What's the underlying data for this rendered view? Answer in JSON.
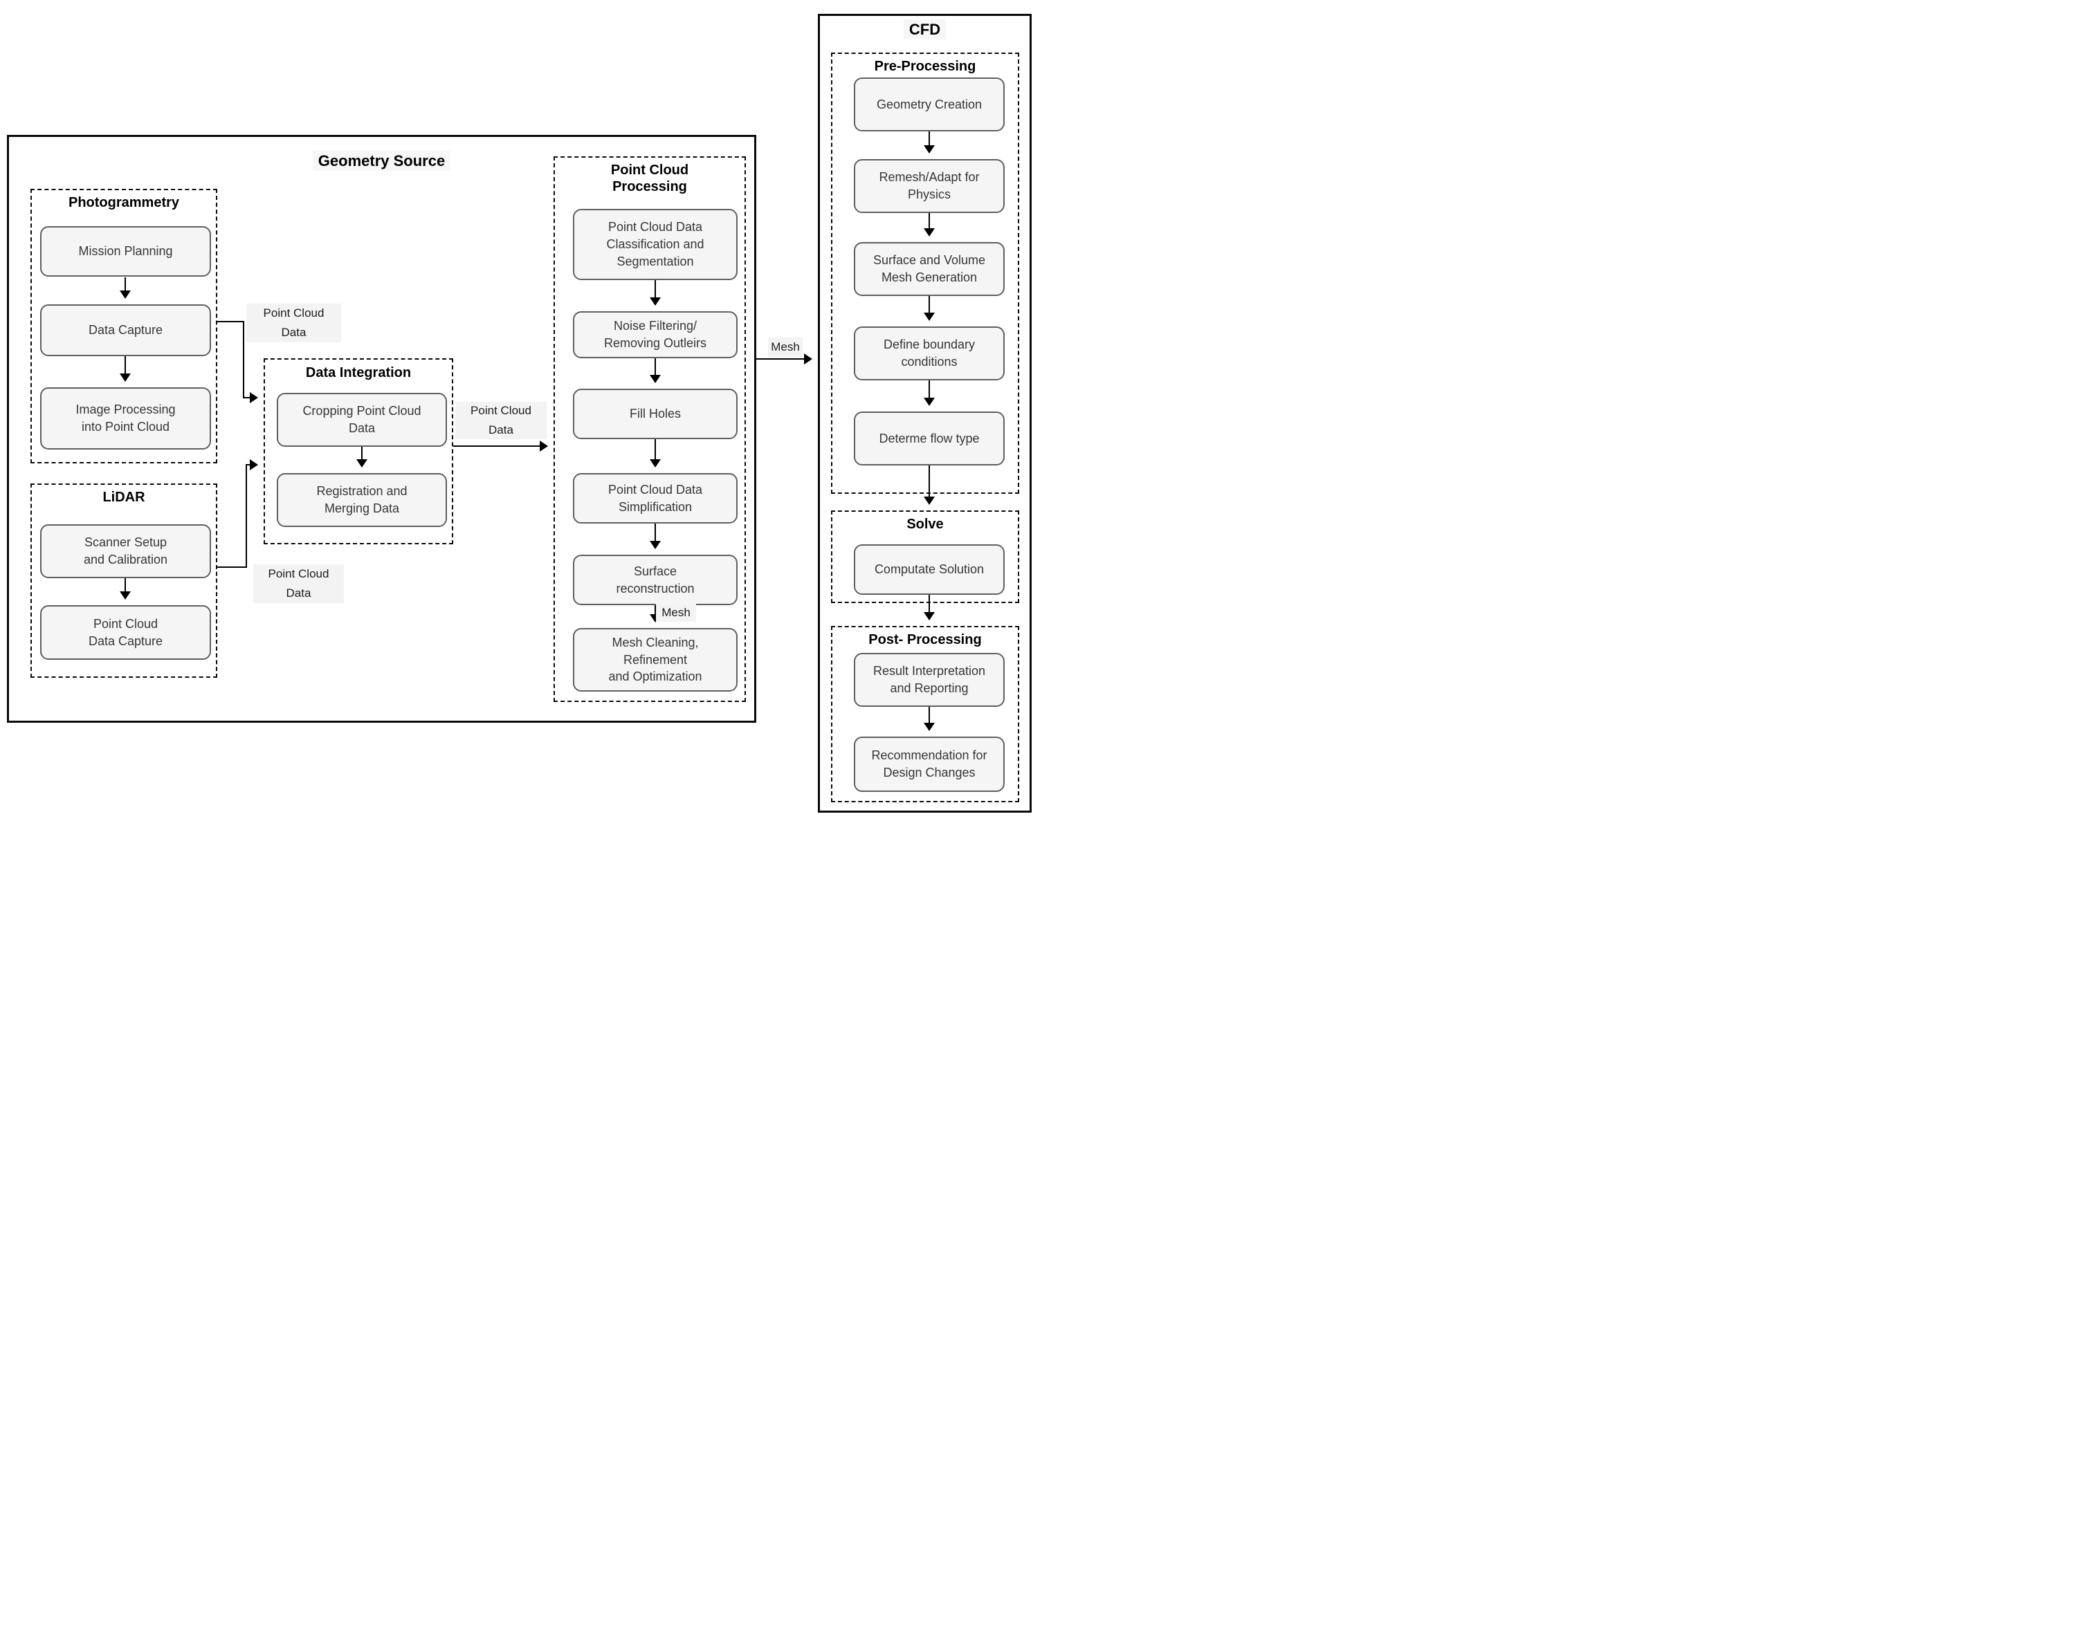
{
  "diagram": {
    "geometry_source": {
      "title": "Geometry Source",
      "photogrammetry": {
        "title": "Photogrammetry",
        "steps": [
          "Mission Planning",
          "Data Capture",
          "Image Processing\ninto Point Cloud"
        ]
      },
      "lidar": {
        "title": "LiDAR",
        "steps": [
          "Scanner Setup\nand Calibration",
          "Point Cloud\nData Capture"
        ]
      },
      "data_integration": {
        "title": "Data Integration",
        "steps": [
          "Cropping Point Cloud\nData",
          "Registration and\nMerging Data"
        ]
      },
      "point_cloud_processing": {
        "title": "Point Cloud\nProcessing",
        "steps": [
          "Point Cloud Data\nClassification and\nSegmentation",
          "Noise Filtering/\nRemoving Outleirs",
          "Fill Holes",
          "Point Cloud Data\nSimplification",
          "Surface\nreconstruction",
          "Mesh Cleaning,\nRefinement\nand Optimization"
        ]
      },
      "labels": {
        "point_cloud_data_top": "Point Cloud\nData",
        "point_cloud_data_mid": "Point Cloud\nData",
        "point_cloud_data_bottom": "Point Cloud\nData",
        "mesh_internal": "Mesh"
      }
    },
    "cfd": {
      "title": "CFD",
      "pre_processing": {
        "title": "Pre-Processing",
        "steps": [
          "Geometry Creation",
          "Remesh/Adapt for\nPhysics",
          "Surface and Volume\nMesh Generation",
          "Define boundary\nconditions",
          "Determe flow type"
        ]
      },
      "solve": {
        "title": "Solve",
        "steps": [
          "Computate Solution"
        ]
      },
      "post_processing": {
        "title": "Post- Processing",
        "steps": [
          "Result Interpretation\nand Reporting",
          "Recommendation for\nDesign Changes"
        ]
      }
    },
    "edge_labels": {
      "mesh_to_cfd": "Mesh"
    },
    "colors": {
      "node_fill": "#f5f5f5",
      "node_border": "#5f5f5f",
      "node_text": "#363636",
      "line": "#000000",
      "label_bg": "#f3f3f3"
    }
  }
}
